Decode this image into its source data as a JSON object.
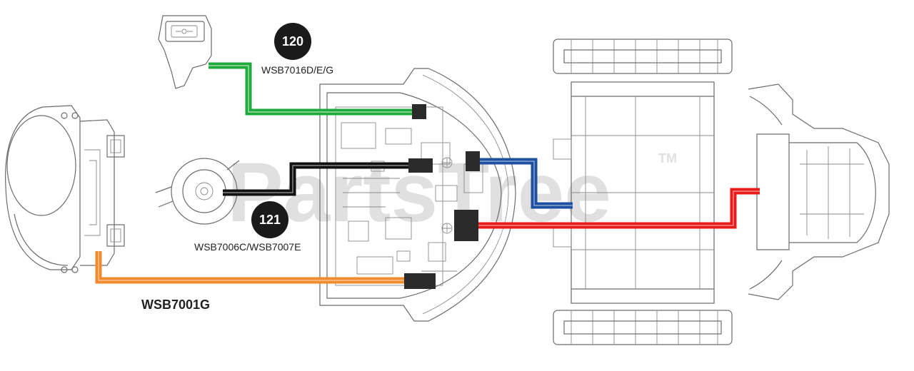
{
  "watermark": {
    "text": "PartsTree",
    "tm": "TM"
  },
  "callouts": [
    {
      "number": "120",
      "part": "WSB7016D/E/G"
    },
    {
      "number": "121",
      "part": "WSB7006C/WSB7007E"
    }
  ],
  "labels": {
    "bottom_part": "WSB7001G"
  },
  "colors": {
    "green_wire": "#1faa3c",
    "black_wire": "#111111",
    "blue_wire": "#1e4fa0",
    "red_wire": "#e81a1a",
    "orange_wire": "#f08a2c",
    "connector": "#2b2b2b",
    "badge": "#1a1a1a"
  }
}
